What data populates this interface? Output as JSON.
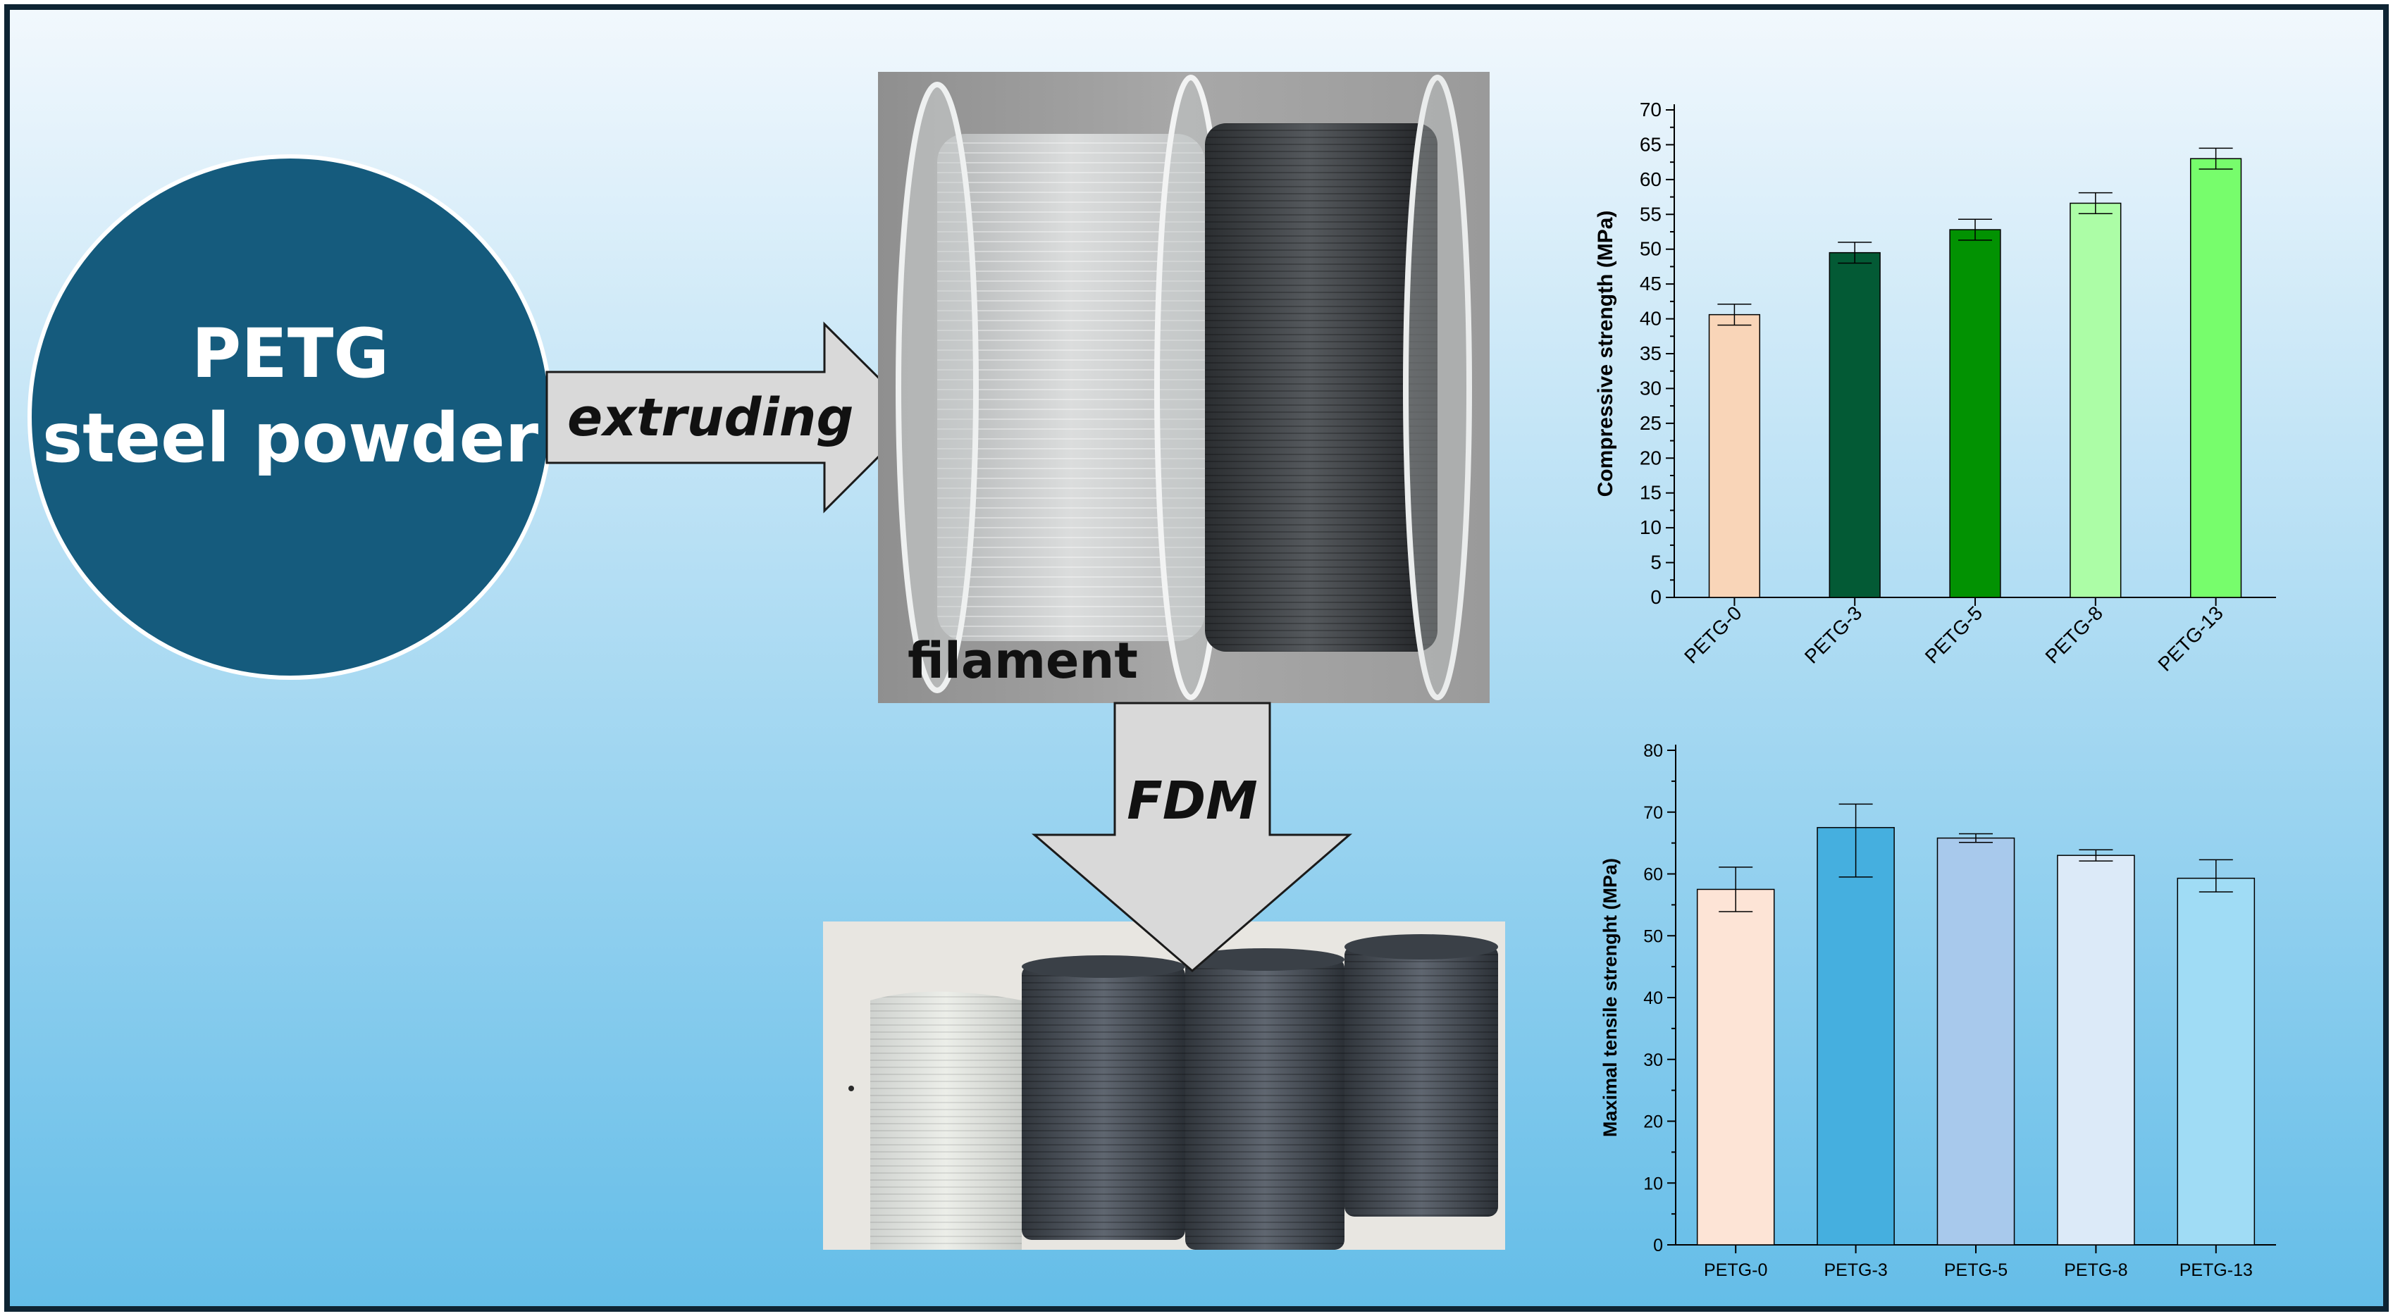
{
  "colors": {
    "background_top": "#f2f8fd",
    "background_bottom": "#64bde8",
    "border": "#0e2433",
    "circle_fill": "#155b7d",
    "arrow_fill": "#d9d9d9",
    "photo_bg": "#9e9e9e"
  },
  "diagram": {
    "material_line1": "PETG",
    "material_line2": "steel powder",
    "extrude_label": "extruding",
    "filament_label": "filament",
    "print_label": "FDM"
  },
  "photos": {
    "filament_spool": "photo-of-clear-and-black-filament-spool",
    "printed_samples": "photo-of-printed-cylindrical-samples"
  },
  "chart_data": [
    {
      "type": "bar",
      "categories": [
        "PETG-0",
        "PETG-3",
        "PETG-5",
        "PETG-8",
        "PETG-13"
      ],
      "values": [
        40.6,
        49.5,
        52.8,
        56.6,
        63.0
      ],
      "errors": [
        1.5,
        1.5,
        1.5,
        1.5,
        1.5
      ],
      "colors": [
        "#f9d5b8",
        "#035a35",
        "#029202",
        "#acfda6",
        "#77fd6c"
      ],
      "ylabel": "Compressive strength (MPa)",
      "ylim": [
        0,
        70
      ],
      "yticks": [
        0,
        5,
        10,
        15,
        20,
        25,
        30,
        35,
        40,
        45,
        50,
        55,
        60,
        65,
        70
      ],
      "tick_labels_rotated": true
    },
    {
      "type": "bar",
      "categories": [
        "PETG-0",
        "PETG-3",
        "PETG-5",
        "PETG-8",
        "PETG-13"
      ],
      "values": [
        57.5,
        67.5,
        65.8,
        63.0,
        59.3
      ],
      "error_low": [
        3.6,
        8.0,
        0.7,
        0.9,
        2.2
      ],
      "error_high": [
        3.6,
        3.8,
        0.7,
        0.9,
        3.0
      ],
      "colors": [
        "#fde4d6",
        "#45afdf",
        "#a8c9ec",
        "#dceaf8",
        "#a0dcf5"
      ],
      "ylabel": "Maximal tensile strenght (MPa)",
      "ylim": [
        0,
        80
      ],
      "yticks": [
        0,
        10,
        20,
        30,
        40,
        50,
        60,
        70,
        80
      ],
      "tick_labels_rotated": false
    }
  ]
}
